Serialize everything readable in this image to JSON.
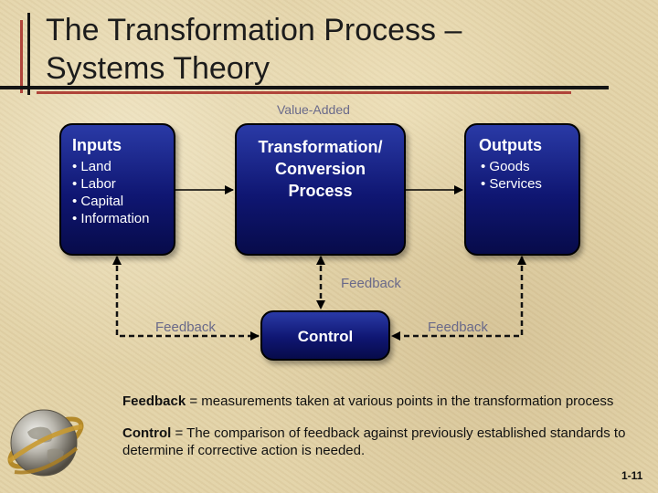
{
  "slide": {
    "title_line1": "The Transformation Process –",
    "title_line2": "Systems Theory",
    "number": "1-11"
  },
  "diagram": {
    "value_added_label": "Value-Added",
    "inputs": {
      "title": "Inputs",
      "items": [
        "• Land",
        "• Labor",
        "• Capital",
        "• Information"
      ]
    },
    "transformation": {
      "lines": [
        "Transformation/",
        "Conversion",
        "Process"
      ]
    },
    "outputs": {
      "title": "Outputs",
      "items": [
        "• Goods",
        "• Services"
      ]
    },
    "control": {
      "title": "Control"
    },
    "feedback_labels": {
      "top": "Feedback",
      "left": "Feedback",
      "right": "Feedback"
    }
  },
  "definitions": {
    "feedback_term": "Feedback",
    "feedback_text": " = measurements taken at various points in the transformation process",
    "control_term": "Control",
    "control_text": " = The comparison of feedback against previously established standards to determine if corrective action is needed."
  },
  "colors": {
    "box_fill": "#0f1672",
    "label_text": "#6a6a8a",
    "accent_rule": "#b0443a"
  },
  "icons": [
    "globe-icon"
  ]
}
